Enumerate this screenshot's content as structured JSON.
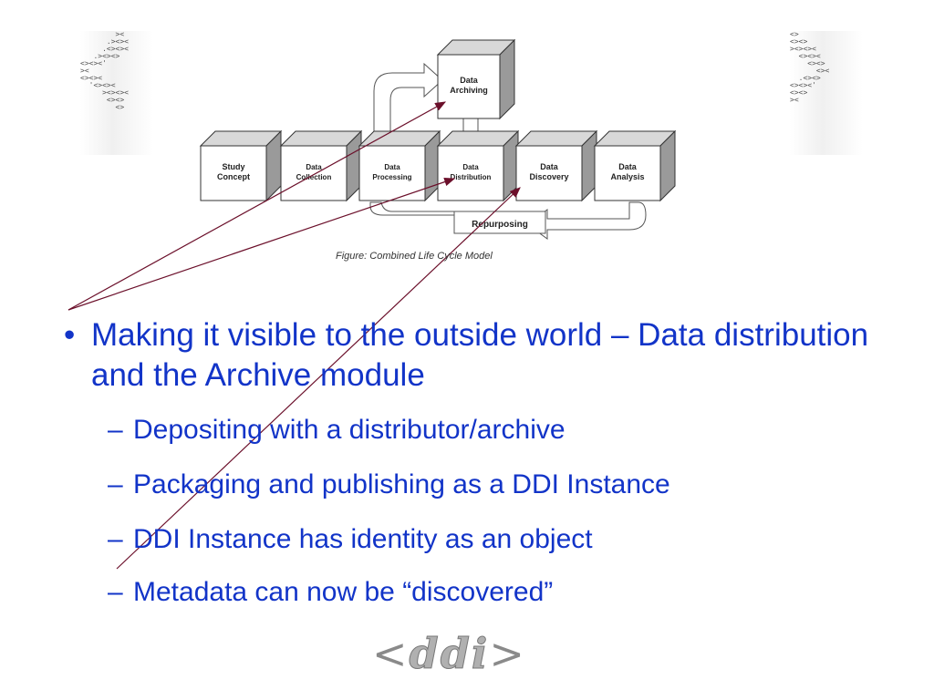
{
  "figure": {
    "boxes": [
      {
        "id": "study",
        "lines": [
          "Study",
          "Concept"
        ]
      },
      {
        "id": "collection",
        "lines": [
          "Data",
          "Collection"
        ]
      },
      {
        "id": "processing",
        "lines": [
          "Data",
          "Processing"
        ]
      },
      {
        "id": "archiving",
        "lines": [
          "Data",
          "Archiving"
        ]
      },
      {
        "id": "distribution",
        "lines": [
          "Data",
          "Distribution"
        ]
      },
      {
        "id": "discovery",
        "lines": [
          "Data",
          "Discovery"
        ]
      },
      {
        "id": "analysis",
        "lines": [
          "Data",
          "Analysis"
        ]
      }
    ],
    "repurposing": "Repurposing",
    "caption": "Figure: Combined Life Cycle Model"
  },
  "bullet": {
    "text": "Making it visible to the outside world – Data distribution and the Archive module",
    "subs": [
      "Depositing with a distributor/archive",
      "Packaging and publishing as a DDI Instance",
      "DDI Instance has identity as an object",
      "Metadata can now be “discovered”"
    ]
  },
  "logo": {
    "left": "<",
    "mid": "ddi",
    "right": ">"
  },
  "colors": {
    "text": "#1234c8",
    "pointer": "#6b0f2a",
    "logo": "#8a8a8a"
  }
}
